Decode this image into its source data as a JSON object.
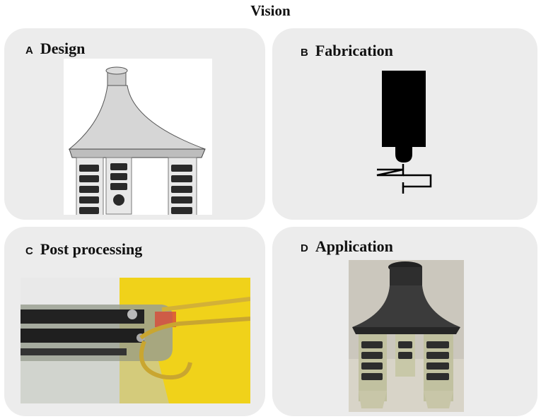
{
  "title": "Vision",
  "panels": {
    "a": {
      "letter": "A",
      "name": "Design"
    },
    "b": {
      "letter": "B",
      "name": "Fabrication"
    },
    "c": {
      "letter": "C",
      "name": "Post processing"
    },
    "d": {
      "letter": "D",
      "name": "Application"
    }
  }
}
